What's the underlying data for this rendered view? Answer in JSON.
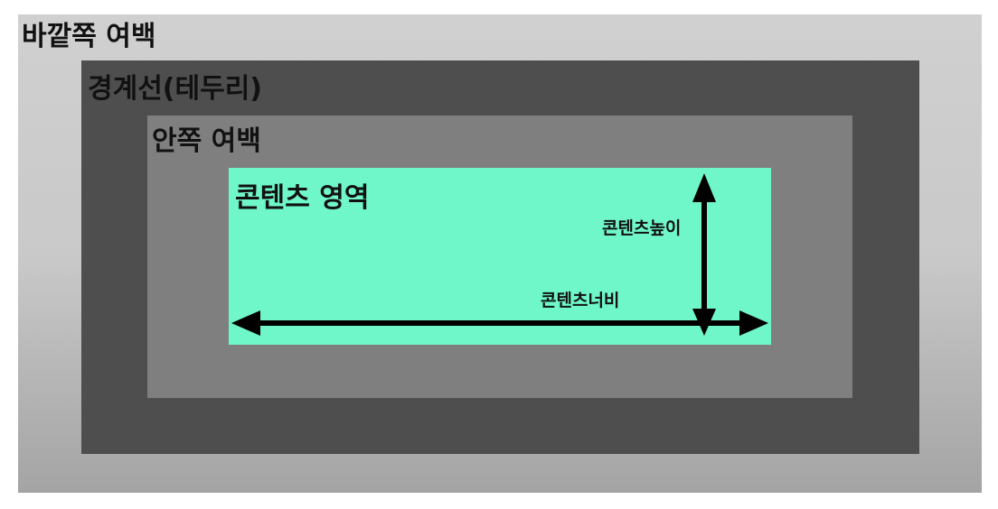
{
  "labels": {
    "margin": "바깥쪽 여백",
    "border": "경계선(테두리)",
    "padding": "안쪽 여백",
    "content": "콘텐츠 영역",
    "content_height": "콘텐츠높이",
    "content_width": "콘텐츠너비"
  },
  "colors": {
    "margin": "#cccccc",
    "border": "#4e4e4e",
    "padding": "#7f7f7f",
    "content": "#6ff6c9",
    "arrow": "#000000"
  }
}
